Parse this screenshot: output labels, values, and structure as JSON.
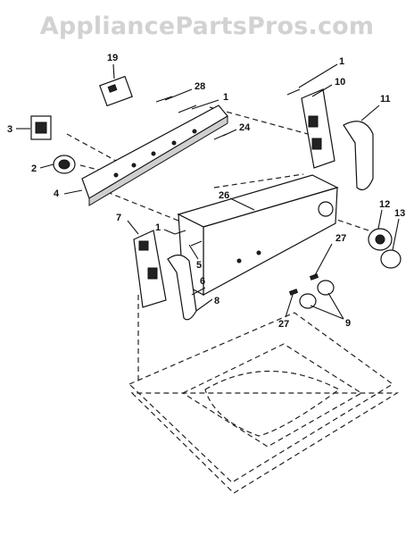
{
  "watermark": "AppliancePartsPros.com",
  "callouts": [
    "19",
    "28",
    "1",
    "1",
    "10",
    "11",
    "3",
    "24",
    "2",
    "4",
    "26",
    "7",
    "1",
    "12",
    "13",
    "27",
    "5",
    "6",
    "8",
    "9",
    "27"
  ]
}
